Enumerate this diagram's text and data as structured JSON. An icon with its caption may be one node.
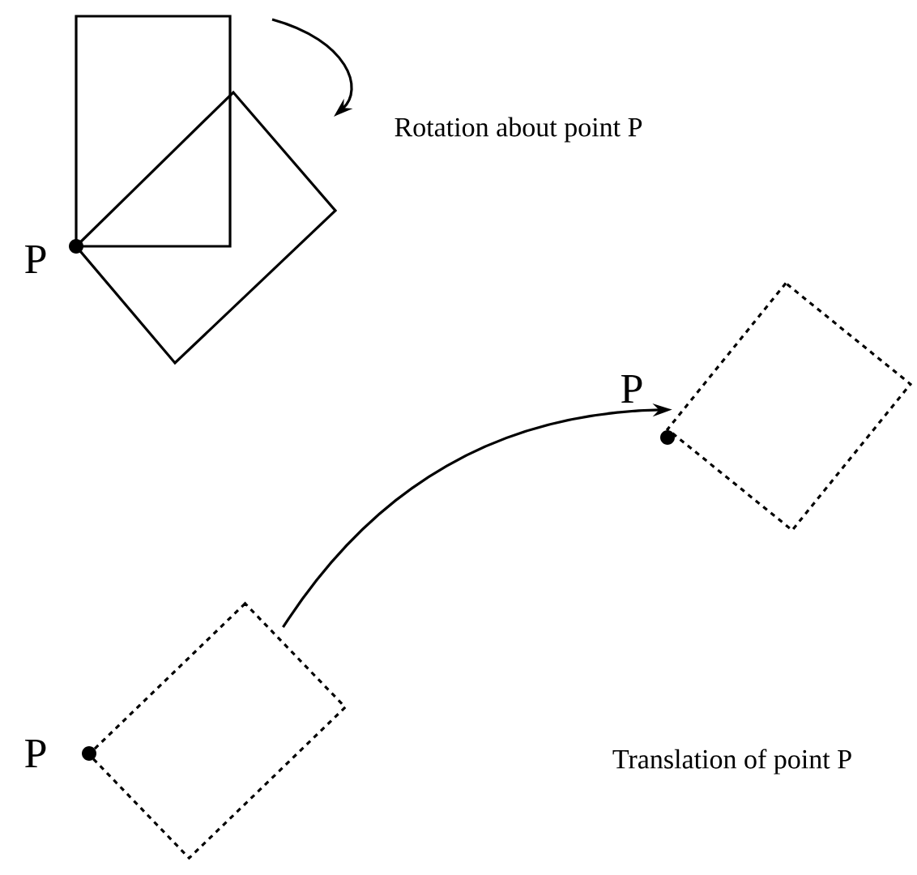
{
  "diagram": {
    "nodes": [
      {
        "text": [],
        "shape": "box"
      },
      {
        "text": [],
        "shape": "box"
      }
    ],
    "edges": [
      {
        "from": 1,
        "to": 0,
        "arrow": "to"
      }
    ],
    "labels": [
      "P",
      "Rotation about point P",
      "P",
      "P",
      "Translation of point P"
    ]
  }
}
